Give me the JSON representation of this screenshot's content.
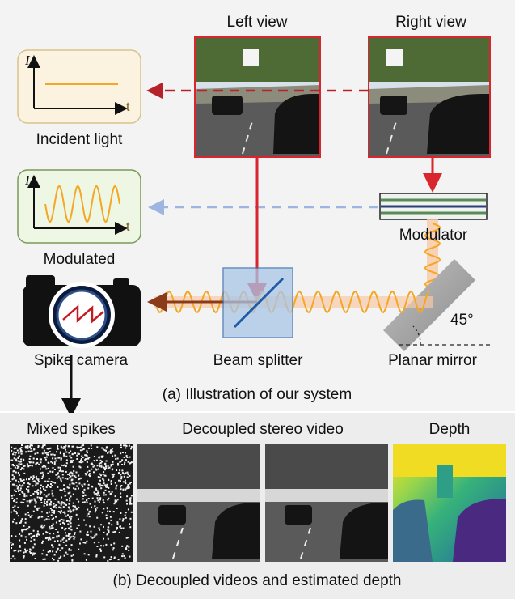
{
  "part_a": {
    "left_view_label": "Left view",
    "right_view_label": "Right view",
    "incident_light_label": "Incident light",
    "modulated_label": "Modulated",
    "modulator_label": "Modulator",
    "spike_camera_label": "Spike camera",
    "beam_splitter_label": "Beam splitter",
    "planar_mirror_label": "Planar mirror",
    "angle_label": "45°",
    "axis_y_symbol": "I",
    "axis_x_symbol": "t",
    "caption": "(a) Illustration of our system"
  },
  "part_b": {
    "mixed_spikes_label": "Mixed spikes",
    "decoupled_label": "Decoupled stereo video",
    "depth_label": "Depth",
    "caption": "(b) Decoupled videos and estimated depth"
  },
  "colors": {
    "view_frame": "#d9262e",
    "modulated_wave": "#f5a623",
    "dashed_left": "#b5222a",
    "dashed_blue": "#9db5e0",
    "splitter": "#a9c6e8",
    "panel_bg": "#ededed"
  }
}
